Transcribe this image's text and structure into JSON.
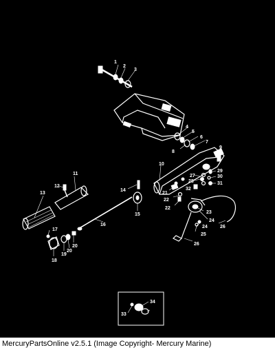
{
  "callouts": [
    {
      "id": "c1",
      "text": "1"
    },
    {
      "id": "c2",
      "text": "2"
    },
    {
      "id": "c3",
      "text": "3"
    },
    {
      "id": "c4",
      "text": "4"
    },
    {
      "id": "c5",
      "text": "5"
    },
    {
      "id": "c6",
      "text": "6"
    },
    {
      "id": "c7",
      "text": "7"
    },
    {
      "id": "c8",
      "text": "8"
    },
    {
      "id": "c9",
      "text": "9"
    },
    {
      "id": "c10",
      "text": "10"
    },
    {
      "id": "c11",
      "text": "11"
    },
    {
      "id": "c12",
      "text": "12"
    },
    {
      "id": "c13",
      "text": "13"
    },
    {
      "id": "c14",
      "text": "14"
    },
    {
      "id": "c15",
      "text": "15"
    },
    {
      "id": "c16",
      "text": "16"
    },
    {
      "id": "c17",
      "text": "17"
    },
    {
      "id": "c18",
      "text": "18"
    },
    {
      "id": "c19",
      "text": "19"
    },
    {
      "id": "c20a",
      "text": "20"
    },
    {
      "id": "c20b",
      "text": "20"
    },
    {
      "id": "c21",
      "text": "21"
    },
    {
      "id": "c22a",
      "text": "22"
    },
    {
      "id": "c22b",
      "text": "22"
    },
    {
      "id": "c23",
      "text": "23"
    },
    {
      "id": "c24a",
      "text": "24"
    },
    {
      "id": "c24b",
      "text": "24"
    },
    {
      "id": "c25",
      "text": "25"
    },
    {
      "id": "c26a",
      "text": "26"
    },
    {
      "id": "c26b",
      "text": "26"
    },
    {
      "id": "c27",
      "text": "27"
    },
    {
      "id": "c28",
      "text": "28"
    },
    {
      "id": "c29",
      "text": "29"
    },
    {
      "id": "c30",
      "text": "30"
    },
    {
      "id": "c31",
      "text": "31"
    },
    {
      "id": "c32",
      "text": "32"
    },
    {
      "id": "c33",
      "text": "33"
    },
    {
      "id": "c34",
      "text": "34"
    }
  ],
  "footer": {
    "text": "MercuryPartsOnline v2.5.1 (Image Copyright- Mercury Marine)"
  },
  "colors": {
    "background": "#000000",
    "linework": "#ffffff",
    "footer_background": "#ffffff",
    "footer_text": "#000000"
  }
}
